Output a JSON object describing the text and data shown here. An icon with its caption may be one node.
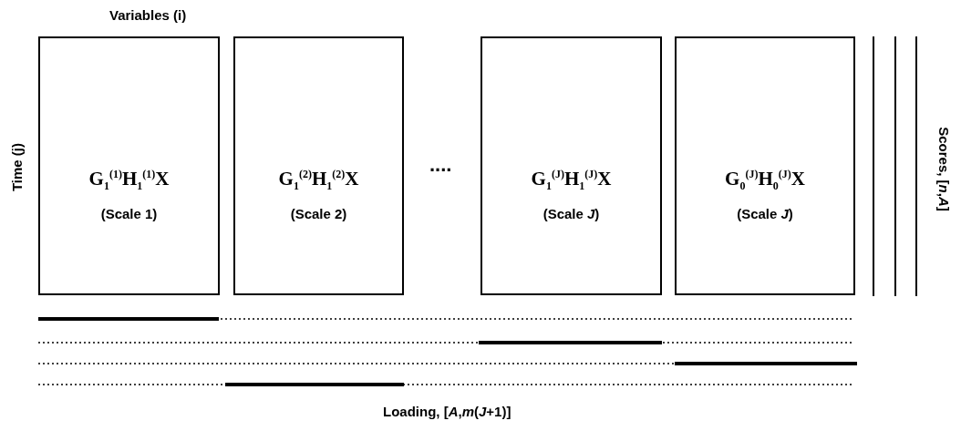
{
  "diagram": {
    "nodes": [
      {
        "text": [
          "G$_{1}$$^{(1)}$H$_{1}$$^{(1)}$X",
          "(Scale 1)"
        ]
      },
      {
        "text": [
          "G$_{1}$$^{(2)}$H$_{1}$$^{(2)}$X",
          "(Scale 2)"
        ]
      },
      {
        "text": [
          "G$_{1}$$^{(J)}$H$_{1}$$^{(J)}$X",
          "(Scale *J*)"
        ]
      },
      {
        "text": [
          "G$_{0}$$^{(J)}$H$_{0}$$^{(J)}$X",
          "(Scale *J*)"
        ]
      }
    ],
    "labels": [
      "Variables (i)",
      "Time (j)",
      "....",
      "Scores, [*n*,*A*]",
      "Loading, [*A*,*m*(*J*+1)]"
    ]
  }
}
